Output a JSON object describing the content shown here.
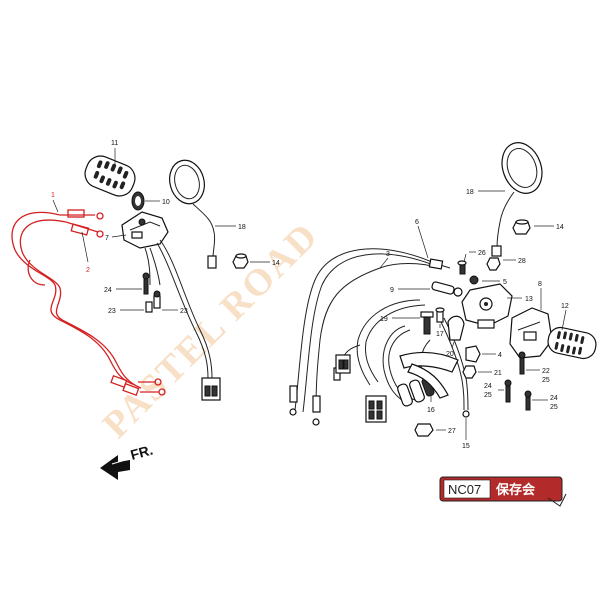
{
  "watermark": {
    "text": "PASTEL ROAD"
  },
  "front_indicator": {
    "label": "FR."
  },
  "logo": {
    "model": "NC07",
    "club": "保存会",
    "color": "#b22a2a"
  },
  "colors": {
    "highlight": "#d42020",
    "line": "#222222",
    "watermark": "#f3c79a"
  },
  "callouts": {
    "c1": "1",
    "c2": "2",
    "c3": "3",
    "c4": "4",
    "c5": "5",
    "c6": "6",
    "c7": "7",
    "c8": "8",
    "c9": "9",
    "c10": "10",
    "c11": "11",
    "c12": "12",
    "c13": "13",
    "c14a": "14",
    "c14b": "14",
    "c15": "15",
    "c16": "16",
    "c17": "17",
    "c18a": "18",
    "c18b": "18",
    "c19": "19",
    "c20": "20",
    "c21": "21",
    "c2225": "22\n25",
    "c23a": "23",
    "c23b": "23",
    "c24a": "24",
    "c2425": "24\n25",
    "c2425b": "24\n25",
    "c26": "26",
    "c27": "27",
    "c28": "28"
  },
  "labels": {
    "c2225_top": "22",
    "c2225_bot": "25",
    "c2425_top": "24",
    "c2425_bot": "25",
    "c2425b_top": "24",
    "c2425b_bot": "25"
  }
}
